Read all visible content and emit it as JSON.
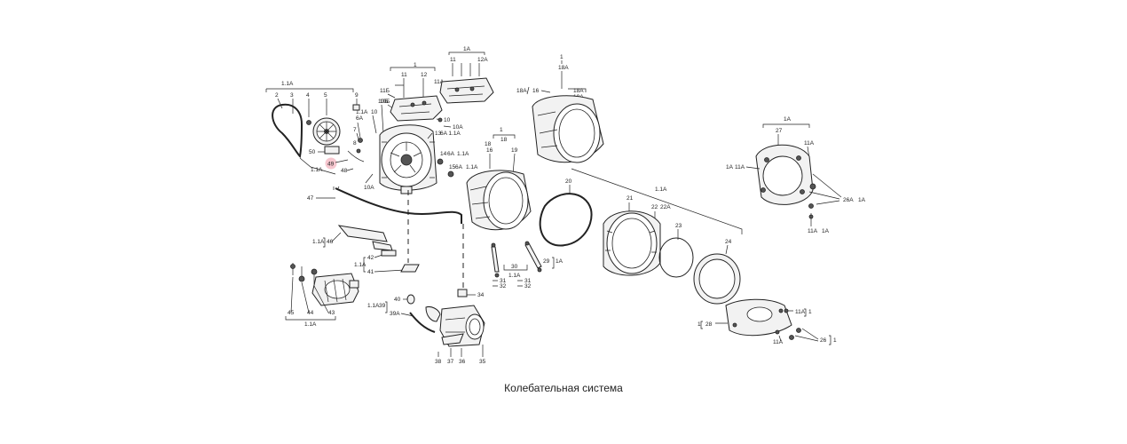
{
  "caption": "Колебательная система",
  "highlight": {
    "label": "49",
    "color": "#f6c7cf"
  },
  "labels": {
    "g1": {
      "group": "1.1A",
      "n2": "2",
      "n3": "3",
      "n4": "4",
      "n5": "5",
      "n9": "9",
      "n50": "50",
      "n48": "48",
      "n49": "49",
      "n11a": "1.1A"
    },
    "g2": {
      "n1": "1",
      "n11": "11",
      "n12": "12",
      "n11b": "11Б",
      "n10b": "10Б",
      "n10": "10",
      "n10a": "10A",
      "n11a_1": "1.1A",
      "n6a": "6A",
      "n13": "13",
      "n6a11a": "6A 1.1A",
      "n7": "7",
      "n8": "8",
      "n10a_low": "10A",
      "n14": "14",
      "n6a_2": "6A",
      "n11a_2": "1.1A",
      "n15": "15",
      "n6a_3": "6A",
      "n11a_3": "1.1A"
    },
    "g3": {
      "n1a": "1A",
      "n11": "11",
      "n12a": "12A",
      "n11a": "11A"
    },
    "g4": {
      "n1": "1",
      "n18a": "18A",
      "n18a_2": "18A",
      "n16": "16",
      "n19a": "19A",
      "n18a_3": "18A"
    },
    "g5": {
      "n1": "1",
      "n18": "18",
      "n16": "16",
      "n18b": "18",
      "n19": "19"
    },
    "g6": {
      "n1a": "1A",
      "n27": "27",
      "n11a": "11A",
      "n1a_l": "1A",
      "n11a_l": "11A",
      "n26a": "26A",
      "n1a_r": "1A",
      "n11a_b": "11A",
      "n1a_b": "1A"
    },
    "g7": {
      "n47": "47",
      "n46": "46",
      "n11a": "1.1A",
      "n42": "42",
      "n41": "41",
      "n11a_2": "1.1A"
    },
    "g8": {
      "n45": "45",
      "n44": "44",
      "n43": "43",
      "n11a": "1.1A"
    },
    "g9": {
      "n40": "40",
      "n39": "39",
      "n11a": "1.1A",
      "n39a": "39A",
      "n34": "34",
      "n38": "38",
      "n37": "37",
      "n36": "36",
      "n35": "35"
    },
    "g10": {
      "n20": "20",
      "n29": "29",
      "n1a": "1A",
      "n30": "30",
      "n11a": "1.1A",
      "n31": "31",
      "n32": "32",
      "n31b": "31",
      "n32b": "32"
    },
    "g11": {
      "n11a": "1.1A",
      "n21": "21",
      "n22": "22",
      "n22a": "22A",
      "n23": "23",
      "n24": "24"
    },
    "g12": {
      "n1": "1",
      "n28": "28",
      "n11a": "11A",
      "n1_r": "1",
      "n11a_2": "11A",
      "n26": "26",
      "n1_b": "1"
    }
  }
}
